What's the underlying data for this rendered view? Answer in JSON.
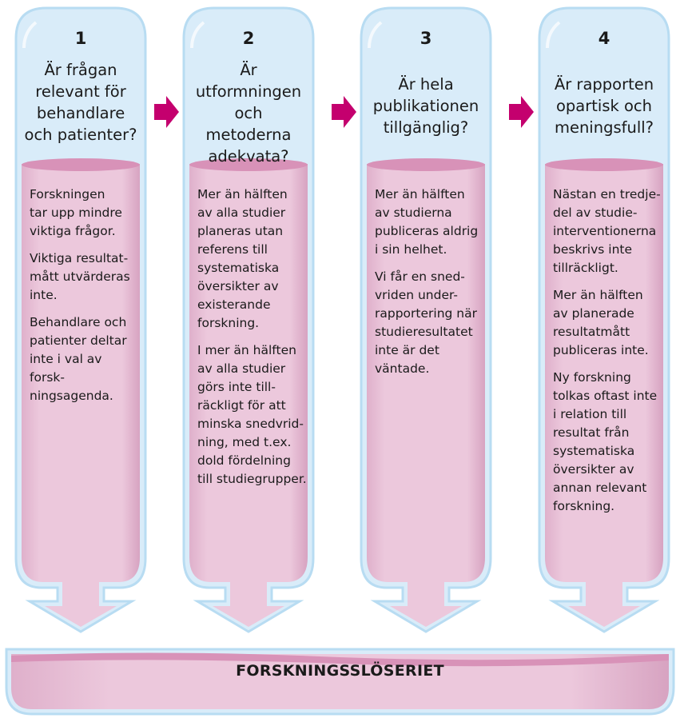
{
  "columns": [
    {
      "number": "1",
      "question": "Är frågan relevant för behandlare och patienter?",
      "items": [
        "Forskningen\ntar upp mindre\nviktiga frågor.",
        "Viktiga resultat-\nmått utvärderas\ninte.",
        "Behandlare och\npatienter deltar\ninte i val av forsk-\nningsagenda."
      ]
    },
    {
      "number": "2",
      "question": "Är utformningen och metoderna adekvata?",
      "items": [
        "Mer än hälften\nav alla studier\nplaneras utan\nreferens till\nsystematiska\növersikter av\nexisterande\nforskning.",
        "I mer än hälften\nav alla studier\ngörs inte till-\nräckligt för att\nminska snedvrid-\nning, med t.ex.\ndold fördelning\ntill studiegrupper."
      ]
    },
    {
      "number": "3",
      "question": "Är hela publikationen tillgänglig?",
      "items": [
        "Mer än hälften\nav studierna\npubliceras aldrig\ni sin helhet.",
        "Vi får en sned-\nvriden under-\nrapportering när\nstudieresultatet\ninte är det\nväntade."
      ]
    },
    {
      "number": "4",
      "question": "Är rapporten opartisk och meningsfull?",
      "items": [
        "Nästan en tredje-\ndel av studie-\ninterventionerna\nbeskrivs inte\ntillräckligt.",
        "Mer än hälften\nav planerade\nresultatmått\npubliceras inte.",
        "Ny forskning\ntolkas oftast inte\ni relation till\nresultat från\nsystematiska\növersikter av\nannan relevant\nforskning."
      ]
    }
  ],
  "bottom": {
    "label": "FORSKNINGSSLÖSERIET"
  },
  "colors": {
    "tube_glass": "#d9ecf9",
    "tube_outline": "#b8dcf2",
    "liquid": "#e8c3d9",
    "liquid_surface": "#d892b8",
    "arrow_magenta": "#c4006e"
  }
}
